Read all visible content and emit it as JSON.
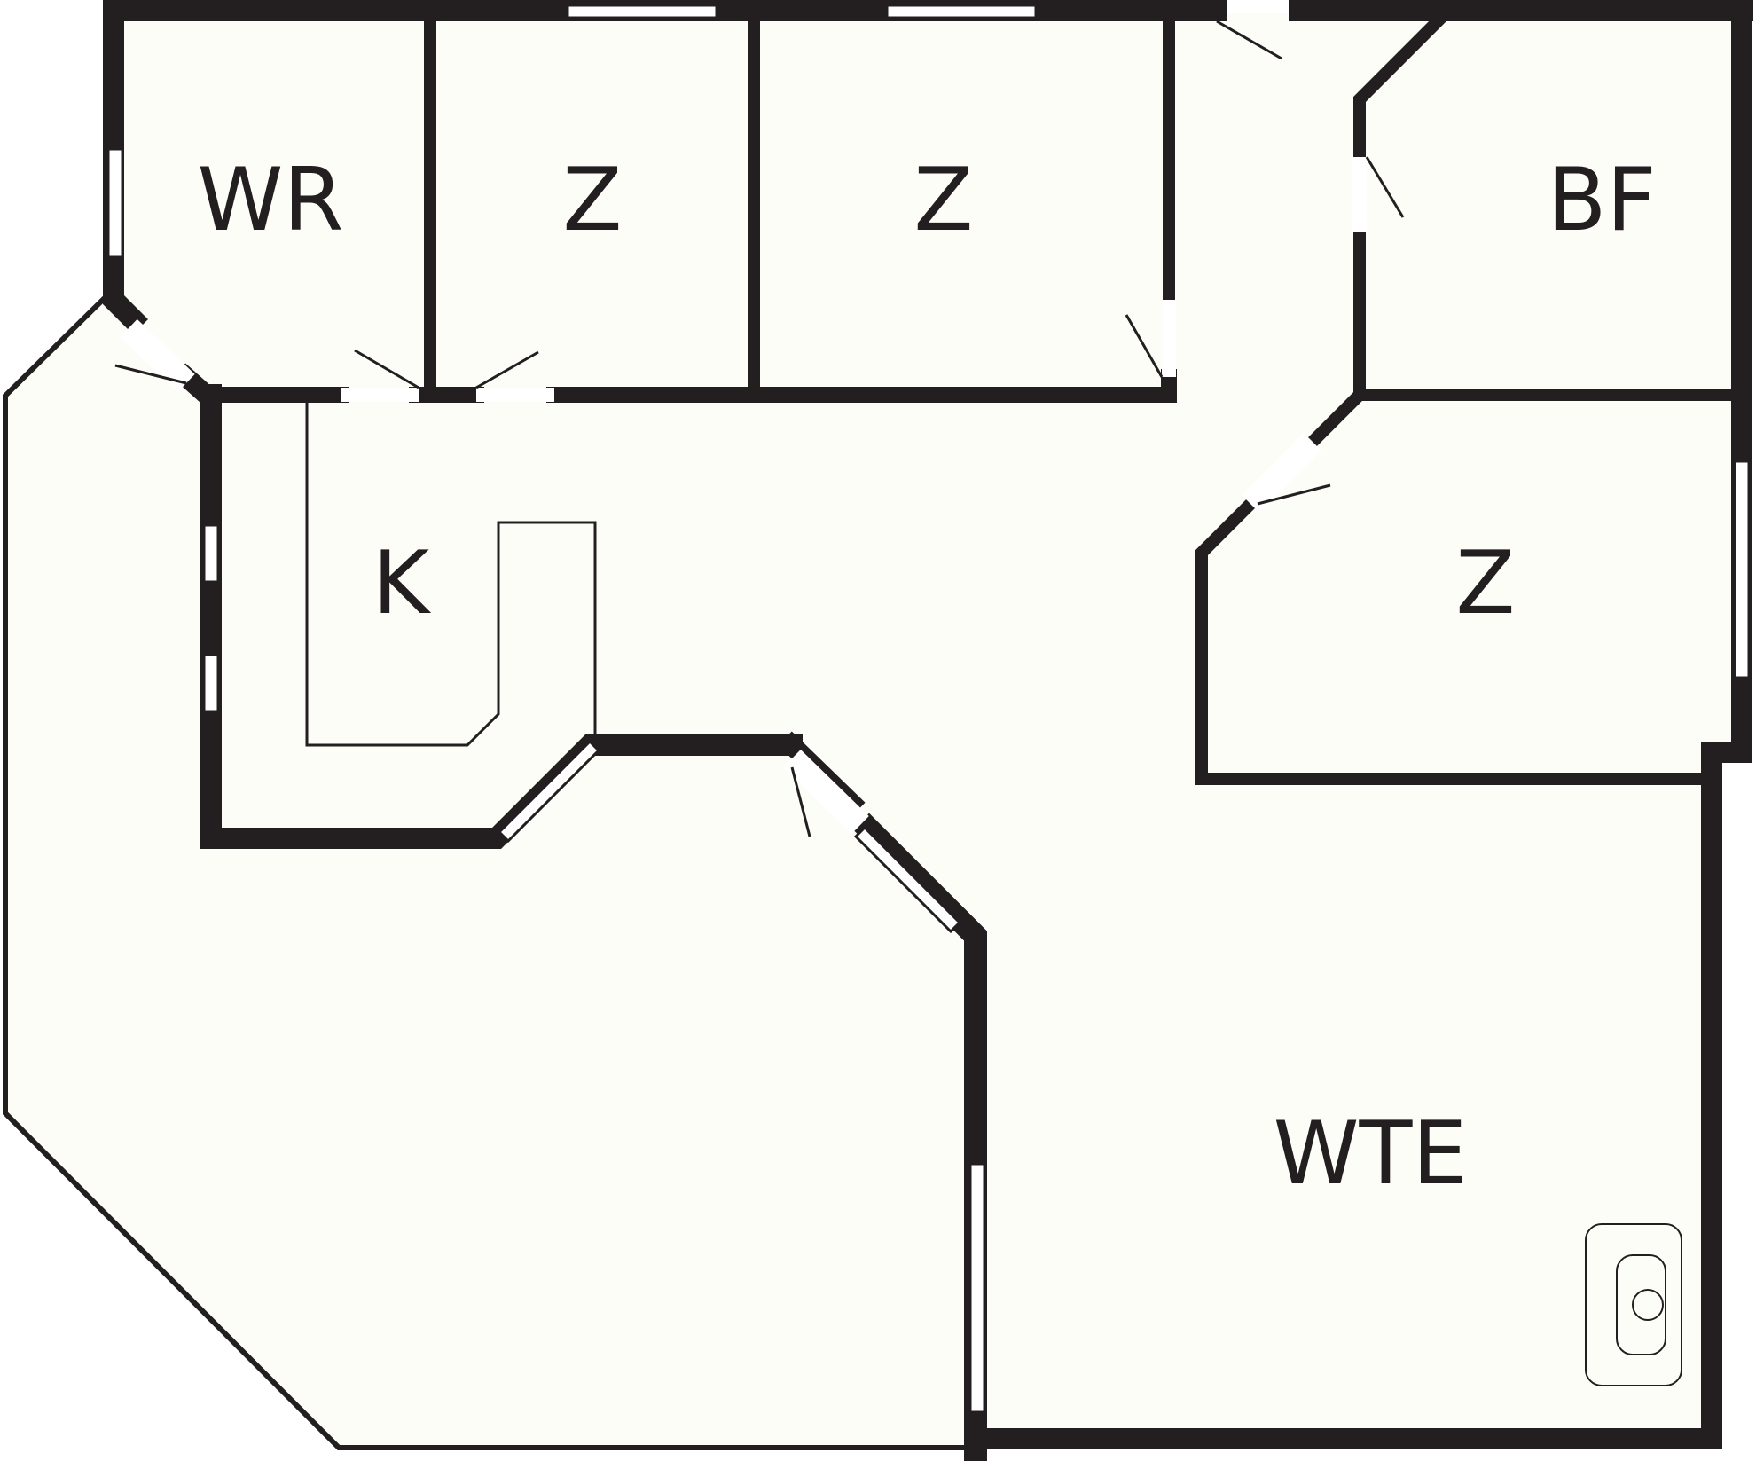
{
  "floorplan": {
    "colors": {
      "wall": "#231f20",
      "floor": "#fdfdf8",
      "opening": "#ffffff",
      "background": "#ffffff"
    },
    "rooms": [
      {
        "id": "wr",
        "label": "WR"
      },
      {
        "id": "z1",
        "label": "Z"
      },
      {
        "id": "z2",
        "label": "Z"
      },
      {
        "id": "bf",
        "label": "BF"
      },
      {
        "id": "k",
        "label": "K"
      },
      {
        "id": "z3",
        "label": "Z"
      },
      {
        "id": "wte",
        "label": "WTE"
      }
    ]
  }
}
